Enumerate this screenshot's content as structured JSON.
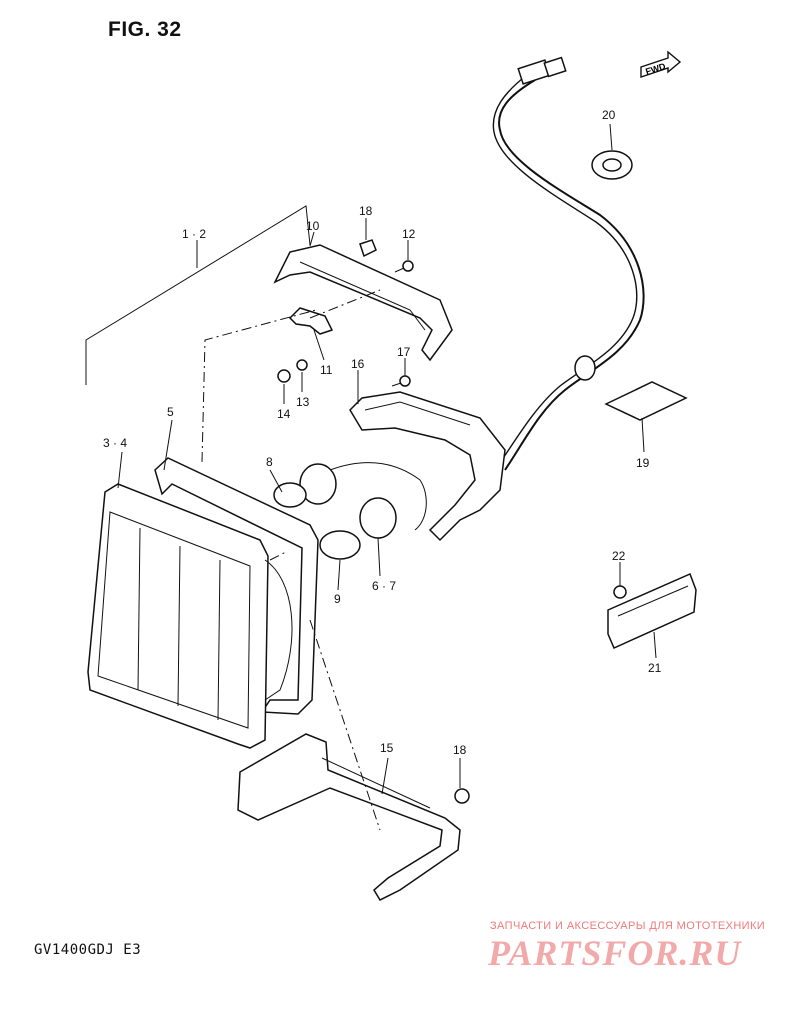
{
  "figure": {
    "title": "FIG. 32",
    "model_code": "GV1400GDJ  E3",
    "fwd_marker": "FWD"
  },
  "callouts": [
    {
      "id": "c-1-2",
      "label": "1 · 2"
    },
    {
      "id": "c-3-4",
      "label": "3 · 4"
    },
    {
      "id": "c-5",
      "label": "5"
    },
    {
      "id": "c-6-7",
      "label": "6 · 7"
    },
    {
      "id": "c-8",
      "label": "8"
    },
    {
      "id": "c-9",
      "label": "9"
    },
    {
      "id": "c-10",
      "label": "10"
    },
    {
      "id": "c-11",
      "label": "11"
    },
    {
      "id": "c-12",
      "label": "12"
    },
    {
      "id": "c-13",
      "label": "13"
    },
    {
      "id": "c-14",
      "label": "14"
    },
    {
      "id": "c-15",
      "label": "15"
    },
    {
      "id": "c-16",
      "label": "16"
    },
    {
      "id": "c-17",
      "label": "17"
    },
    {
      "id": "c-18a",
      "label": "18"
    },
    {
      "id": "c-18b",
      "label": "18"
    },
    {
      "id": "c-19",
      "label": "19"
    },
    {
      "id": "c-20",
      "label": "20"
    },
    {
      "id": "c-21",
      "label": "21"
    },
    {
      "id": "c-22",
      "label": "22"
    }
  ],
  "watermark": {
    "tagline": "ЗАПЧАСТИ И АКСЕССУАРЫ ДЛЯ МОТОТЕХНИКИ",
    "logo": "PARTSFOR.RU",
    "color": "#f2a9a9"
  }
}
